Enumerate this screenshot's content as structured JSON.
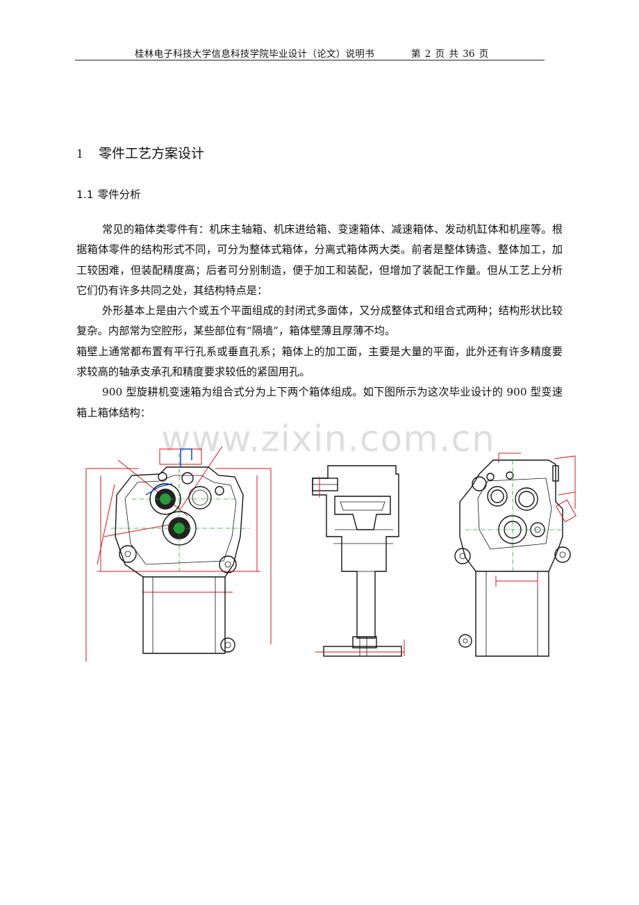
{
  "header": {
    "title": "桂林电子科技大学信息科技学院毕业设计（论文）说明书",
    "page_info": "第 2 页 共 36 页"
  },
  "section": {
    "number": "1",
    "title": "零件工艺方案设计"
  },
  "subsection": {
    "number": "1.1",
    "title": "零件分析"
  },
  "paragraphs": [
    "常见的箱体类零件有：机床主轴箱、机床进给箱、变速箱体、减速箱体、发动机缸体和机座等。根据箱体零件的结构形式不同，可分为整体式箱体，分离式箱体两大类。前者是整体铸造、整体加工，加工较困难，但装配精度高；后者可分别制造，便于加工和装配，但增加了装配工作量。但从工艺上分析它们仍有许多共同之处，其结构特点是：",
    "外形基本上是由六个或五个平面组成的封闭式多面体，又分成整体式和组合式两种；结构形状比较复杂。内部常为空腔形，某些部位有“隔墙”，箱体壁薄且厚薄不均。",
    "箱壁上通常都布置有平行孔系或垂直孔系；箱体上的加工面，主要是大量的平面，此外还有许多精度要求较高的轴承支承孔和精度要求较低的紧固用孔。",
    "900 型旋耕机变速箱为组合式分为上下两个箱体组成。如下图所示为这次毕业设计的 900 型变速箱上箱体结构："
  ],
  "watermark": "www.zixin.com.cn",
  "figure": {
    "description_icon": "gearbox-drawing"
  }
}
